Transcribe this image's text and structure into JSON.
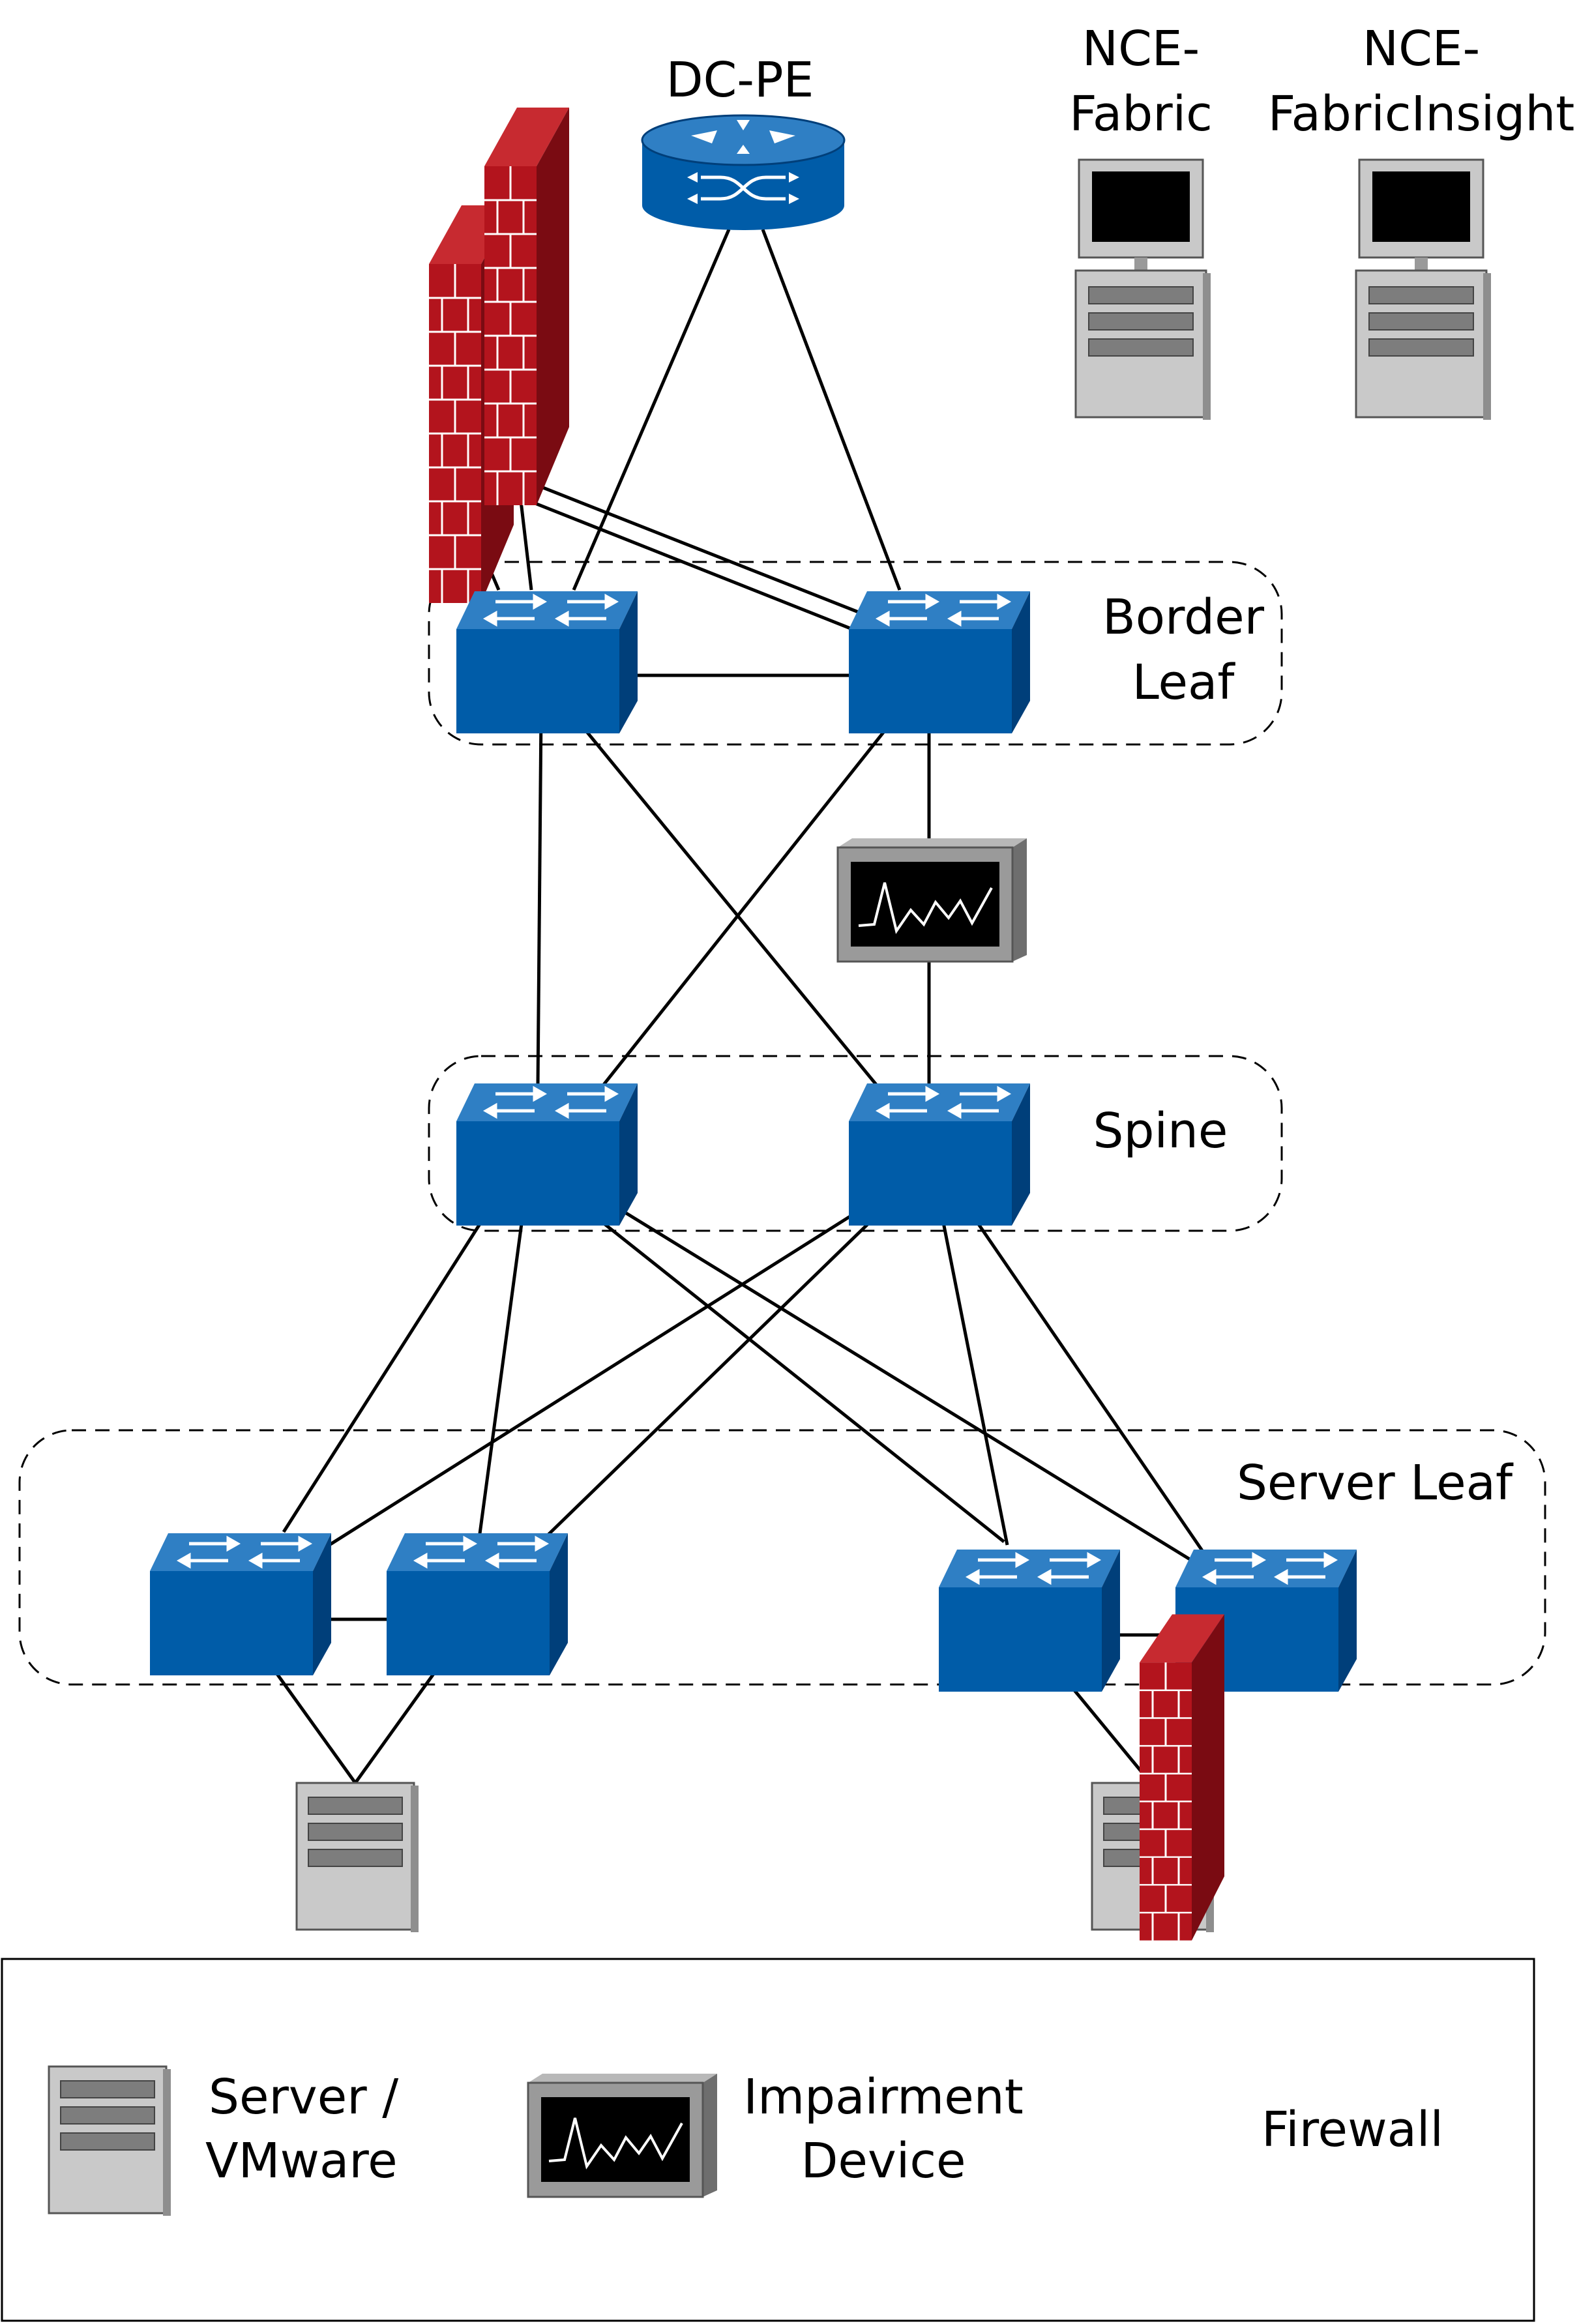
{
  "labels": {
    "dc_pe": "DC-PE",
    "nce_fabric_1": "NCE-",
    "nce_fabric_2": "Fabric",
    "nce_insight_1": "NCE-",
    "nce_insight_2": "FabricInsight",
    "border_1": "Border",
    "border_2": "Leaf",
    "spine": "Spine",
    "server_leaf": "Server Leaf"
  },
  "legend": {
    "server_1": "Server /",
    "server_2": "VMware",
    "impairment_1": "Impairment",
    "impairment_2": "Device",
    "firewall": "Firewall"
  },
  "colors": {
    "switch_front": "#005ca8",
    "switch_top": "#2f7fc4",
    "switch_side": "#003f7a",
    "firewall_red": "#b3141d",
    "firewall_dark": "#7a0b12",
    "server_grey": "#c9c9c9",
    "screen_black": "#000000"
  }
}
